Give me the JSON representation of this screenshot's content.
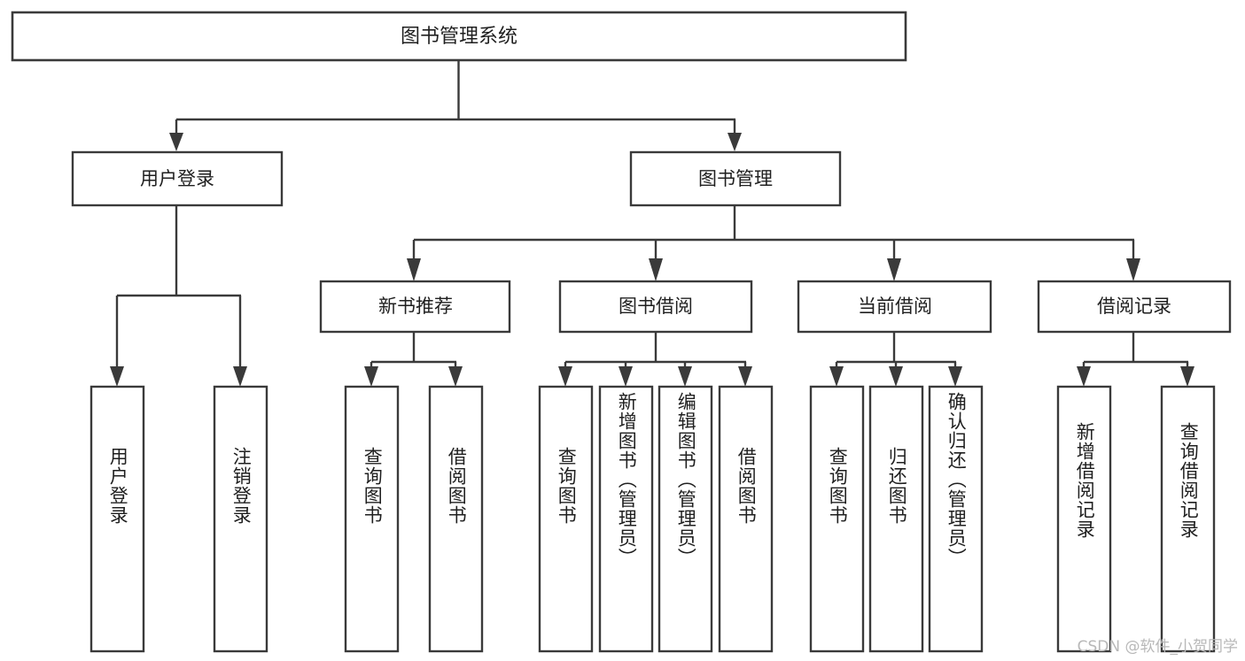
{
  "diagram": {
    "title": "图书管理系统",
    "watermark": "CSDN @软件_小贺同学",
    "colors": {
      "stroke": "#3a3a3a",
      "fill": "#ffffff",
      "text": "#1f1f1f",
      "watermark": "#b8b8b8",
      "background": "#ffffff"
    },
    "root": {
      "label": "图书管理系统"
    },
    "level1": [
      {
        "label": "用户登录"
      },
      {
        "label": "图书管理"
      }
    ],
    "level2": [
      {
        "label": "新书推荐"
      },
      {
        "label": "图书借阅"
      },
      {
        "label": "当前借阅"
      },
      {
        "label": "借阅记录"
      }
    ],
    "leaves": {
      "user_login": [
        {
          "label": "用户登录"
        },
        {
          "label": "注销登录"
        }
      ],
      "new_book_recommend": [
        {
          "label": "查询图书"
        },
        {
          "label": "借阅图书"
        }
      ],
      "book_borrow": [
        {
          "label": "查询图书"
        },
        {
          "label": "新增图书（管理员）"
        },
        {
          "label": "编辑图书（管理员）"
        },
        {
          "label": "借阅图书"
        }
      ],
      "current_borrow": [
        {
          "label": "查询图书"
        },
        {
          "label": "归还图书"
        },
        {
          "label": "确认归还（管理员）"
        }
      ],
      "borrow_record": [
        {
          "label": "新增借阅记录"
        },
        {
          "label": "查询借阅记录"
        }
      ]
    }
  }
}
